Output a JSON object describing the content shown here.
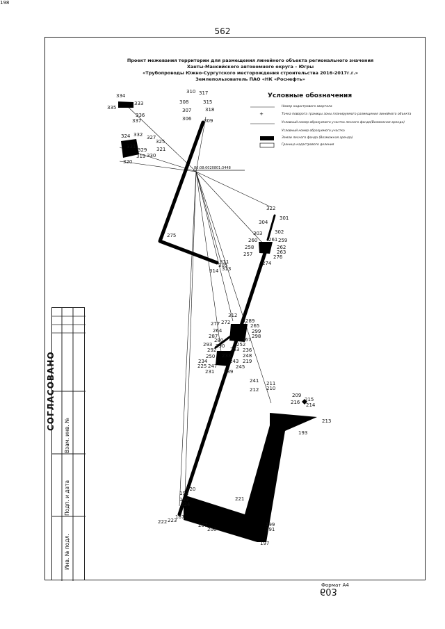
{
  "page_number": "562",
  "title_lines": [
    "Проект межевания территории для размещения линейного объекта регионального значения",
    "Ханты-Мансийского автономного округа – Югры",
    "«Трубопроводы Южно-Сургутского месторождения строительства 2016-2017г.г.»",
    "Землепользователь ПАО «НК «Роснефть»"
  ],
  "legend": {
    "title": "Условные обозначения",
    "items": [
      "Номер кадастрового квартала",
      "Точка поворота границы зоны планируемого размещения линейного объекта",
      "Условный номер образуемого участка лесного фонда(Возможная аренда)",
      "Условный номер образуемого участка",
      "Земли лесного фонда (Возможная аренда)",
      "Граница кадастрового деления"
    ]
  },
  "cadastral_number": "86:08:0020801:3448",
  "point_labels": [
    "334",
    "333",
    "335",
    "336",
    "337",
    "310",
    "317",
    "308",
    "315",
    "307",
    "318",
    "306",
    "309",
    "324",
    "332",
    "327",
    "325",
    "331",
    "321",
    "329",
    "330",
    "319",
    "320",
    "322",
    "301",
    "304",
    "302",
    "303",
    "259",
    "260",
    "261",
    "258",
    "262",
    "257",
    "263",
    "276",
    "274",
    "275",
    "305",
    "311",
    "314",
    "313",
    "312",
    "289",
    "277",
    "272",
    "265",
    "264",
    "299",
    "287",
    "298",
    "280",
    "293",
    "290",
    "252",
    "267",
    "292",
    "253",
    "236",
    "250",
    "233",
    "248",
    "234",
    "243",
    "219",
    "225",
    "247",
    "245",
    "231",
    "239",
    "241",
    "211",
    "212",
    "210",
    "209",
    "215",
    "216",
    "214",
    "213",
    "193",
    "192",
    "220",
    "189",
    "224",
    "221",
    "187",
    "223",
    "222",
    "207",
    "206",
    "199",
    "191",
    "197",
    "198"
  ],
  "side_table": {
    "labels": [
      "Инв. № подл.",
      "Подп. и дата",
      "Взам. инв. №"
    ],
    "stamp": "СОГЛАСОВАНО"
  },
  "footer": {
    "format": "Формат А4",
    "sheet": "603"
  }
}
